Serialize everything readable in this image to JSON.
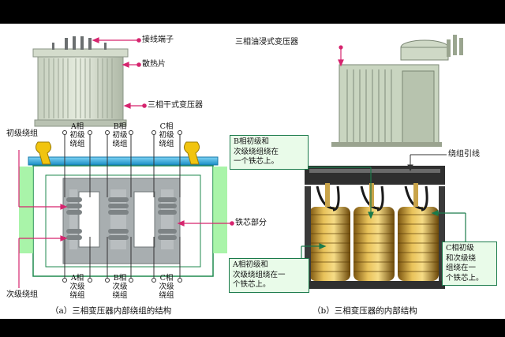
{
  "left_panel": {
    "callouts": {
      "terminal": "接线端子",
      "radiator": "散热片",
      "dry_transformer": "三相干式变压器",
      "iron_core": "铁芯部分"
    },
    "primary_winding": "初级绕组",
    "secondary_winding": "次级绕组",
    "phase_top": {
      "a": "A相\n初级\n绕组",
      "b": "B相\n初级\n绕组",
      "c": "C相\n初级\n绕组"
    },
    "phase_bottom": {
      "a": "A相\n次级\n绕组",
      "b": "B相\n次级\n绕组",
      "c": "C相\n次级\n绕组"
    },
    "caption": "（a）三相变压器内部绕组的结构"
  },
  "right_panel": {
    "oil_transformer": "三相油浸式变压器",
    "lead_wire": "绕组引线",
    "note_b": "B相初级和\n次级绕组绕在\n一个铁芯上。",
    "note_a": "A相初级和\n次级绕组绕在一\n个铁芯上。",
    "note_c": "C相初级\n和次级绕\n组绕在一\n个铁芯上。",
    "caption": "（b）三相变压器的内部结构"
  },
  "colors": {
    "callout": "#d6246e",
    "core_outline": "#1f8a4f",
    "highlight": "#9af29a",
    "bar": "#29a8e0"
  }
}
